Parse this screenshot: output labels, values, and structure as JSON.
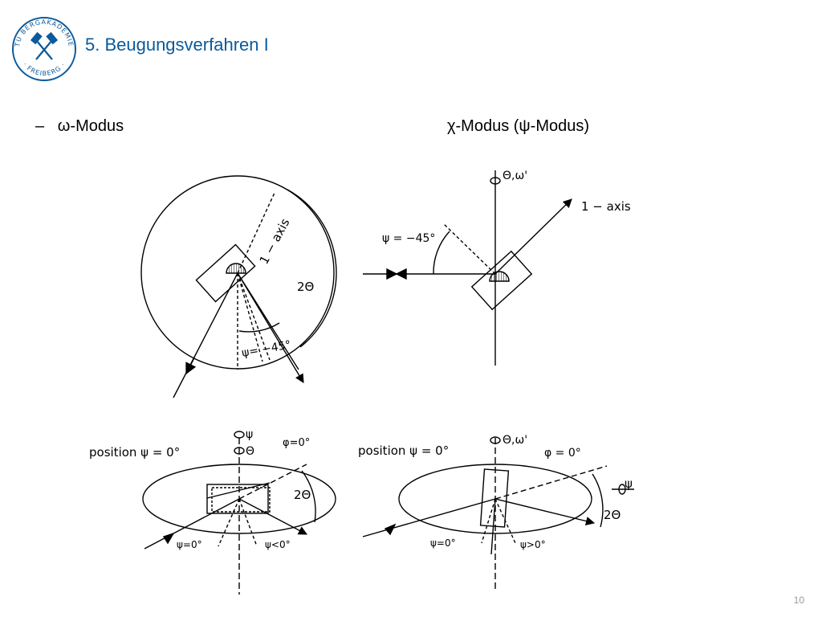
{
  "header": {
    "title": "5. Beugungsverfahren I",
    "logo": {
      "ring_text": "TU BERGAKADEMIE · FREIBERG ·",
      "icon": "crossed-hammers-icon",
      "brand_color": "#0a5a9c"
    }
  },
  "bullets": {
    "left_marker": "–",
    "left_symbol": "ω",
    "left_label": "-Modus",
    "right_symbol_1": "χ",
    "right_label_1": "-Modus (",
    "right_symbol_2": "ψ",
    "right_label_2": "-Modus)"
  },
  "figures": {
    "omega_top": {
      "axis_label": "1 − axis",
      "two_theta": "2Θ",
      "psi_label": "ψ= −45°"
    },
    "chi_top": {
      "rotation_label": "Θ,ω'",
      "axis_label": "1 − axis",
      "psi_label": "ψ = −45°"
    },
    "omega_bottom": {
      "position_label": "position ψ = 0°",
      "rotation_label_1": "ψ",
      "rotation_label_2": "Θ",
      "phi_label": "φ=0°",
      "two_theta": "2Θ",
      "psi_zero": "ψ=0°",
      "psi_neg": "ψ<0°"
    },
    "chi_bottom": {
      "position_label": "position ψ = 0°",
      "rotation_label": "Θ,ω'",
      "phi_label": "φ = 0°",
      "psi_axis_label": "ψ",
      "two_theta": "2Θ",
      "psi_zero": "ψ=0°",
      "psi_pos": "ψ>0°"
    }
  },
  "footer": {
    "page_number": "10"
  }
}
